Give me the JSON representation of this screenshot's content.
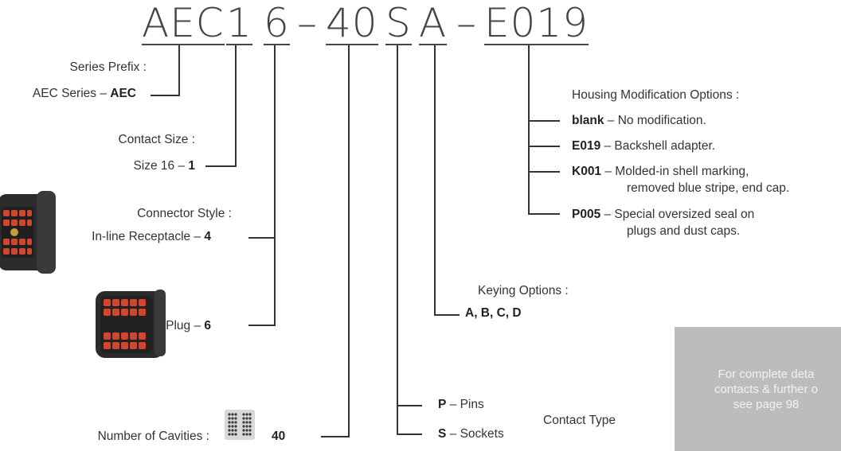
{
  "part_number": {
    "series": "AEC",
    "contact_size": "1",
    "style": "6",
    "dash1": "–",
    "cavities": "40",
    "contact_type": "S",
    "keying": "A",
    "dash2": "–",
    "modification": "E019"
  },
  "series_prefix": {
    "title": "Series Prefix :",
    "option_text": "AEC Series – ",
    "option_code": "AEC"
  },
  "contact_size": {
    "title": "Contact Size :",
    "option_text": "Size 16 – ",
    "option_code": "1"
  },
  "connector_style": {
    "title": "Connector Style :",
    "receptacle_text": "In-line Receptacle – ",
    "receptacle_code": "4",
    "plug_text": "Plug – ",
    "plug_code": "6"
  },
  "cavities": {
    "title": "Number of Cavities :",
    "value": "40"
  },
  "contact_type": {
    "title": "Contact Type",
    "pins_code": "P",
    "pins_text": " – Pins",
    "sockets_code": "S",
    "sockets_text": " – Sockets"
  },
  "keying": {
    "title": "Keying Options :",
    "options": "A, B, C, D"
  },
  "housing_mod": {
    "title": "Housing Modification Options :",
    "options": [
      {
        "code": "blank",
        "text": " – No modification."
      },
      {
        "code": "E019",
        "text": " – Backshell adapter."
      },
      {
        "code": "K001",
        "text": " – Molded-in shell marking,",
        "text2": "removed blue stripe, end cap."
      },
      {
        "code": "P005",
        "text": " – Special oversized seal on",
        "text2": "plugs and dust caps."
      }
    ]
  },
  "note": {
    "line1": "For complete deta",
    "line2": "contacts & further o",
    "line3": "see page 98"
  },
  "colors": {
    "text": "#333333",
    "line": "#333333",
    "note_bg": "#bcbcbc",
    "connector_body": "#2b2b2b",
    "connector_cavity": "#d2452f"
  },
  "icons": [
    "connector-receptacle-image",
    "connector-plug-image",
    "cavity-grid-icon"
  ]
}
